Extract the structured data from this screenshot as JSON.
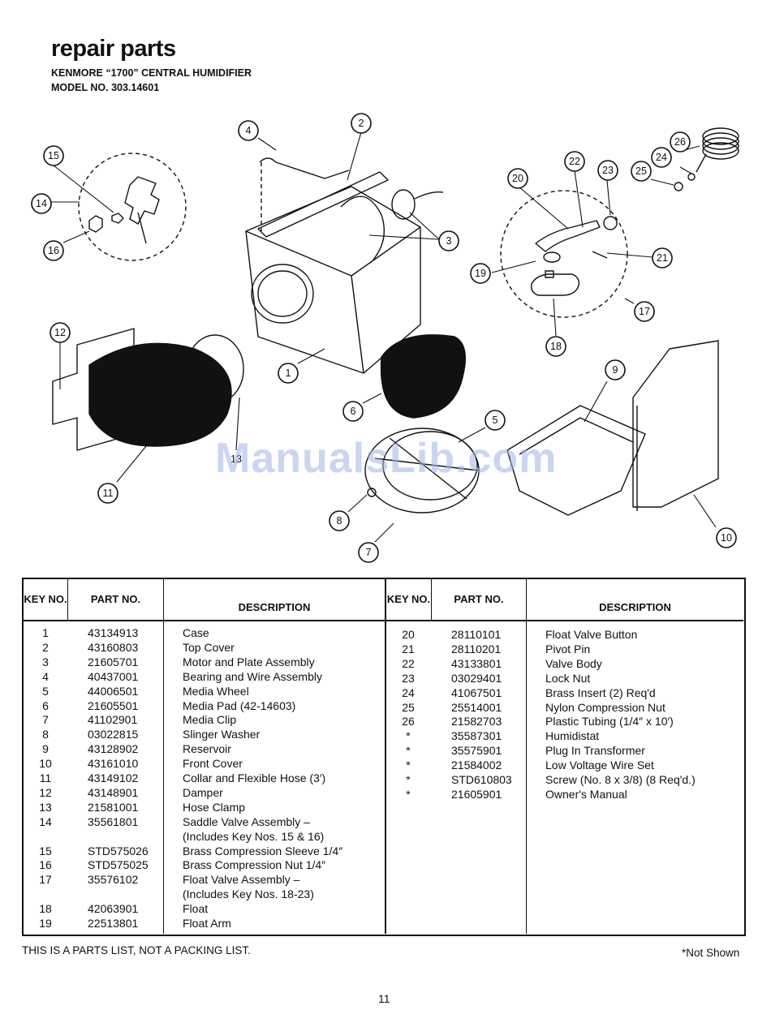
{
  "header": {
    "title": "repair parts",
    "subtitle1": "KENMORE “1700” CENTRAL HUMIDIFIER",
    "subtitle2": "MODEL NO. 303.14601"
  },
  "diagram": {
    "callouts": [
      "1",
      "2",
      "3",
      "4",
      "5",
      "6",
      "7",
      "8",
      "9",
      "10",
      "11",
      "12",
      "13",
      "14",
      "15",
      "16",
      "17",
      "18",
      "19",
      "20",
      "21",
      "22",
      "23",
      "24",
      "25",
      "26"
    ]
  },
  "watermark": "ManualsLib.com",
  "table": {
    "headers": {
      "key": "KEY NO.",
      "part": "PART NO.",
      "description": "DESCRIPTION"
    },
    "left_rows": [
      {
        "key": "1",
        "part": "43134913",
        "desc": "Case"
      },
      {
        "key": "2",
        "part": "43160803",
        "desc": "Top Cover"
      },
      {
        "key": "3",
        "part": "21605701",
        "desc": "Motor and Plate Assembly"
      },
      {
        "key": "4",
        "part": "40437001",
        "desc": "Bearing and Wire Assembly"
      },
      {
        "key": "5",
        "part": "44006501",
        "desc": "Media Wheel"
      },
      {
        "key": "6",
        "part": "21605501",
        "desc": "Media Pad (42-14603)"
      },
      {
        "key": "7",
        "part": "41102901",
        "desc": "Media Clip"
      },
      {
        "key": "8",
        "part": "03022815",
        "desc": "Slinger Washer"
      },
      {
        "key": "9",
        "part": "43128902",
        "desc": "Reservoir"
      },
      {
        "key": "10",
        "part": "43161010",
        "desc": "Front Cover"
      },
      {
        "key": "11",
        "part": "43149102",
        "desc": "Collar and Flexible Hose (3′)"
      },
      {
        "key": "12",
        "part": "43148901",
        "desc": "Damper"
      },
      {
        "key": "13",
        "part": "21581001",
        "desc": "Hose Clamp"
      },
      {
        "key": "14",
        "part": "35561801",
        "desc": "Saddle Valve Assembly –"
      },
      {
        "key": "",
        "part": "",
        "desc": "(Includes Key Nos. 15 & 16)"
      },
      {
        "key": "15",
        "part": "STD575026",
        "desc": "Brass Compression Sleeve 1/4″"
      },
      {
        "key": "16",
        "part": "STD575025",
        "desc": "Brass Compression Nut 1/4″"
      },
      {
        "key": "17",
        "part": "35576102",
        "desc": "Float Valve Assembly –"
      },
      {
        "key": "",
        "part": "",
        "desc": "(Includes Key Nos. 18-23)"
      },
      {
        "key": "18",
        "part": "42063901",
        "desc": "Float"
      },
      {
        "key": "19",
        "part": "22513801",
        "desc": "Float Arm"
      }
    ],
    "right_rows": [
      {
        "key": "20",
        "part": "28110101",
        "desc": "Float Valve Button"
      },
      {
        "key": "21",
        "part": "28110201",
        "desc": "Pivot Pin"
      },
      {
        "key": "22",
        "part": "43133801",
        "desc": "Valve Body"
      },
      {
        "key": "23",
        "part": "03029401",
        "desc": "Lock Nut"
      },
      {
        "key": "24",
        "part": "41067501",
        "desc": "Brass Insert (2) Req'd"
      },
      {
        "key": "25",
        "part": "25514001",
        "desc": "Nylon Compression Nut"
      },
      {
        "key": "26",
        "part": "21582703",
        "desc": "Plastic Tubing (1/4″ x 10′)"
      },
      {
        "key": "*",
        "part": "35587301",
        "desc": "Humidistat"
      },
      {
        "key": "*",
        "part": "35575901",
        "desc": "Plug In Transformer"
      },
      {
        "key": "*",
        "part": "21584002",
        "desc": "Low Voltage Wire Set"
      },
      {
        "key": "*",
        "part": "STD610803",
        "desc": "Screw (No. 8 x 3/8) (8 Req'd.)"
      },
      {
        "key": "*",
        "part": "21605901",
        "desc": "Owner's Manual"
      }
    ]
  },
  "footer": {
    "left": "THIS IS A PARTS LIST, NOT A PACKING LIST.",
    "right": "*Not Shown",
    "page": "11"
  }
}
